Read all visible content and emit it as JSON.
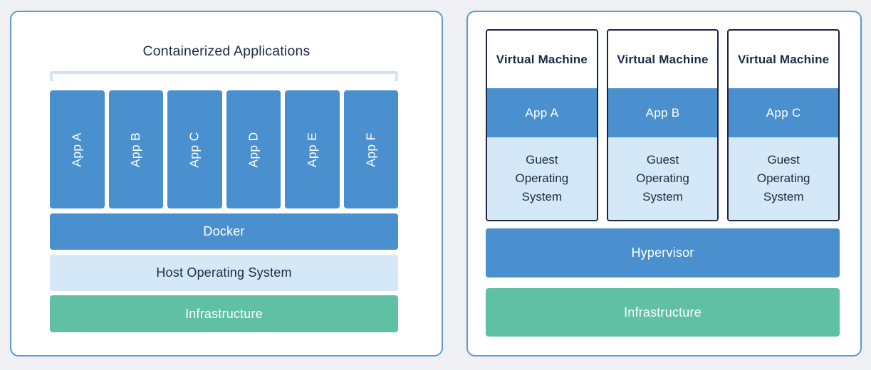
{
  "colors": {
    "background": "#eef0f3",
    "panel_bg": "#ffffff",
    "panel_border": "#5d99cd",
    "blue": "#4a90ce",
    "light_blue": "#d5e8f7",
    "green": "#5fc0a3",
    "dark_text": "#1d2a44",
    "white_text": "#ffffff",
    "bracket": "#cfe4f6",
    "vm_border": "#1b2440"
  },
  "left_panel": {
    "title": "Containerized Applications",
    "apps": [
      "App A",
      "App B",
      "App C",
      "App D",
      "App E",
      "App F"
    ],
    "layers": [
      {
        "label": "Docker",
        "style": "blue"
      },
      {
        "label": "Host Operating System",
        "style": "light_blue"
      },
      {
        "label": "Infrastructure",
        "style": "green"
      }
    ]
  },
  "right_panel": {
    "vms": [
      {
        "title": "Virtual Machine",
        "app": "App A",
        "os": "Guest Operating System"
      },
      {
        "title": "Virtual Machine",
        "app": "App B",
        "os": "Guest Operating System"
      },
      {
        "title": "Virtual Machine",
        "app": "App C",
        "os": "Guest Operating System"
      }
    ],
    "layers": [
      {
        "label": "Hypervisor",
        "style": "blue"
      },
      {
        "label": "Infrastructure",
        "style": "green"
      }
    ]
  }
}
